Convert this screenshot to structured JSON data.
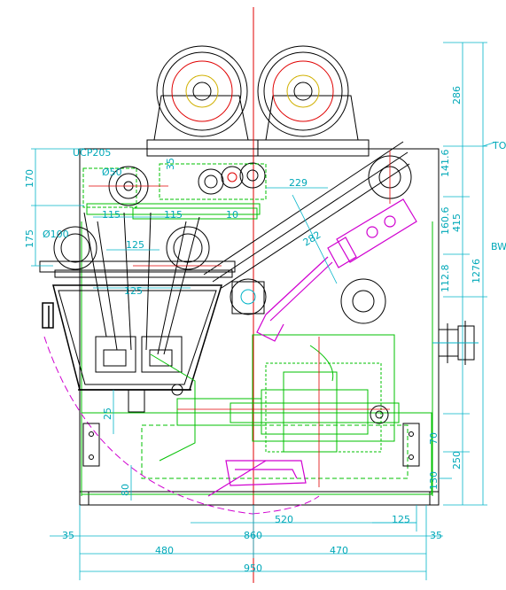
{
  "colors": {
    "background": "#ffffff",
    "outline": "#000000",
    "dimension": "#00b4c8",
    "frame": "#00c000",
    "cylinder": "#d000d0",
    "centerline": "#e00000",
    "detail": "#d0b000"
  },
  "labels": {
    "bearing": "UCP205",
    "cut_top_right": "TO",
    "cut_right": "BW",
    "dia_bearing": "Ø50",
    "dia_roller": "Ø100"
  },
  "dims_bottom": {
    "d35_left": "35",
    "d860": "860",
    "d35_right": "35",
    "d480": "480",
    "d470": "470",
    "d950": "950",
    "d520": "520",
    "d125": "125"
  },
  "dims_right": {
    "d286": "286",
    "d141_6": "141.6",
    "d160_6": "160.6",
    "d415": "415",
    "d112_8": "112.8",
    "d1276": "1276",
    "d250": "250",
    "d70": "70",
    "d130": "130"
  },
  "dims_left": {
    "d170": "170",
    "d175": "175",
    "d25": "25",
    "d80": "80"
  },
  "dims_inner": {
    "d229": "229",
    "d282": "282",
    "d125a": "125",
    "d125b": "125",
    "d115a": "115",
    "d115b": "115",
    "d35": "35",
    "d10": "10"
  }
}
